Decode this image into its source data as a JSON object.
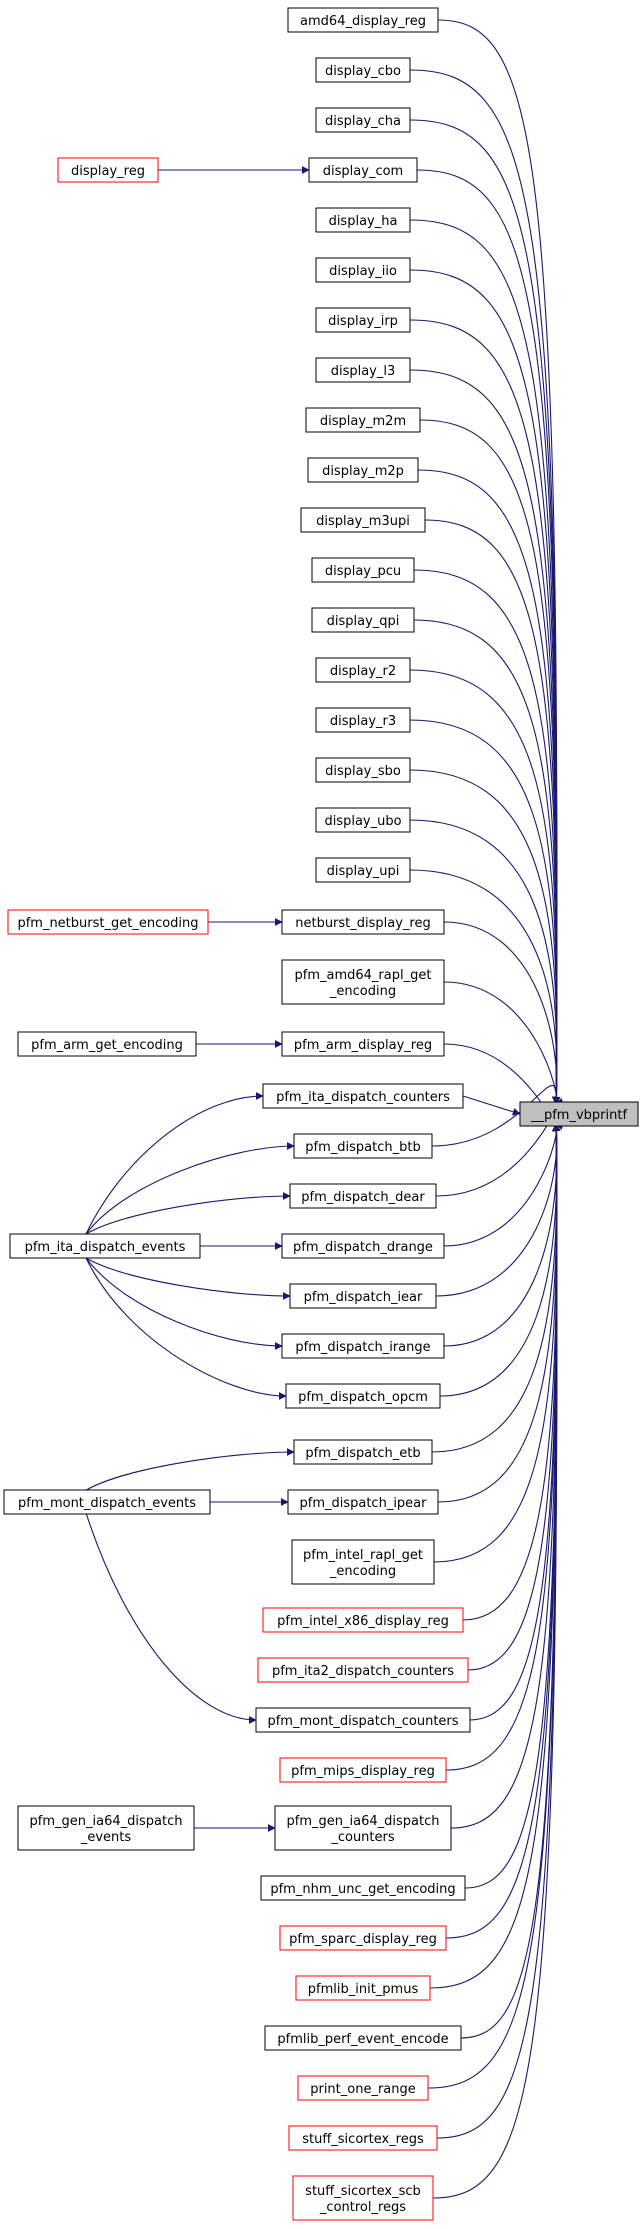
{
  "diagram": {
    "target": {
      "id": "target",
      "label": "__pfm_vbprintf"
    },
    "nodes": [
      {
        "id": "amd64_display_reg",
        "lines": [
          "amd64_display_reg"
        ],
        "border": "black"
      },
      {
        "id": "display_cbo",
        "lines": [
          "display_cbo"
        ],
        "border": "black"
      },
      {
        "id": "display_cha",
        "lines": [
          "display_cha"
        ],
        "border": "black"
      },
      {
        "id": "display_com",
        "lines": [
          "display_com"
        ],
        "border": "black"
      },
      {
        "id": "display_reg",
        "lines": [
          "display_reg"
        ],
        "border": "red"
      },
      {
        "id": "display_ha",
        "lines": [
          "display_ha"
        ],
        "border": "black"
      },
      {
        "id": "display_iio",
        "lines": [
          "display_iio"
        ],
        "border": "black"
      },
      {
        "id": "display_irp",
        "lines": [
          "display_irp"
        ],
        "border": "black"
      },
      {
        "id": "display_l3",
        "lines": [
          "display_l3"
        ],
        "border": "black"
      },
      {
        "id": "display_m2m",
        "lines": [
          "display_m2m"
        ],
        "border": "black"
      },
      {
        "id": "display_m2p",
        "lines": [
          "display_m2p"
        ],
        "border": "black"
      },
      {
        "id": "display_m3upi",
        "lines": [
          "display_m3upi"
        ],
        "border": "black"
      },
      {
        "id": "display_pcu",
        "lines": [
          "display_pcu"
        ],
        "border": "black"
      },
      {
        "id": "display_qpi",
        "lines": [
          "display_qpi"
        ],
        "border": "black"
      },
      {
        "id": "display_r2",
        "lines": [
          "display_r2"
        ],
        "border": "black"
      },
      {
        "id": "display_r3",
        "lines": [
          "display_r3"
        ],
        "border": "black"
      },
      {
        "id": "display_sbo",
        "lines": [
          "display_sbo"
        ],
        "border": "black"
      },
      {
        "id": "display_ubo",
        "lines": [
          "display_ubo"
        ],
        "border": "black"
      },
      {
        "id": "display_upi",
        "lines": [
          "display_upi"
        ],
        "border": "black"
      },
      {
        "id": "netburst_display_reg",
        "lines": [
          "netburst_display_reg"
        ],
        "border": "black"
      },
      {
        "id": "pfm_netburst_get_encoding",
        "lines": [
          "pfm_netburst_get_encoding"
        ],
        "border": "red"
      },
      {
        "id": "pfm_amd64_rapl_get_encoding",
        "lines": [
          "pfm_amd64_rapl_get",
          "_encoding"
        ],
        "border": "black"
      },
      {
        "id": "pfm_arm_display_reg",
        "lines": [
          "pfm_arm_display_reg"
        ],
        "border": "black"
      },
      {
        "id": "pfm_arm_get_encoding",
        "lines": [
          "pfm_arm_get_encoding"
        ],
        "border": "black"
      },
      {
        "id": "pfm_ita_dispatch_counters",
        "lines": [
          "pfm_ita_dispatch_counters"
        ],
        "border": "black"
      },
      {
        "id": "pfm_dispatch_btb",
        "lines": [
          "pfm_dispatch_btb"
        ],
        "border": "black"
      },
      {
        "id": "pfm_dispatch_dear",
        "lines": [
          "pfm_dispatch_dear"
        ],
        "border": "black"
      },
      {
        "id": "pfm_dispatch_drange",
        "lines": [
          "pfm_dispatch_drange"
        ],
        "border": "black"
      },
      {
        "id": "pfm_dispatch_iear",
        "lines": [
          "pfm_dispatch_iear"
        ],
        "border": "black"
      },
      {
        "id": "pfm_dispatch_irange",
        "lines": [
          "pfm_dispatch_irange"
        ],
        "border": "black"
      },
      {
        "id": "pfm_dispatch_opcm",
        "lines": [
          "pfm_dispatch_opcm"
        ],
        "border": "black"
      },
      {
        "id": "pfm_ita_dispatch_events",
        "lines": [
          "pfm_ita_dispatch_events"
        ],
        "border": "black"
      },
      {
        "id": "pfm_dispatch_etb",
        "lines": [
          "pfm_dispatch_etb"
        ],
        "border": "black"
      },
      {
        "id": "pfm_dispatch_ipear",
        "lines": [
          "pfm_dispatch_ipear"
        ],
        "border": "black"
      },
      {
        "id": "pfm_mont_dispatch_events",
        "lines": [
          "pfm_mont_dispatch_events"
        ],
        "border": "black"
      },
      {
        "id": "pfm_intel_rapl_get_encoding",
        "lines": [
          "pfm_intel_rapl_get",
          "_encoding"
        ],
        "border": "black"
      },
      {
        "id": "pfm_intel_x86_display_reg",
        "lines": [
          "pfm_intel_x86_display_reg"
        ],
        "border": "red"
      },
      {
        "id": "pfm_ita2_dispatch_counters",
        "lines": [
          "pfm_ita2_dispatch_counters"
        ],
        "border": "red"
      },
      {
        "id": "pfm_mont_dispatch_counters",
        "lines": [
          "pfm_mont_dispatch_counters"
        ],
        "border": "black"
      },
      {
        "id": "pfm_mips_display_reg",
        "lines": [
          "pfm_mips_display_reg"
        ],
        "border": "red"
      },
      {
        "id": "pfm_gen_ia64_dispatch_counters",
        "lines": [
          "pfm_gen_ia64_dispatch",
          "_counters"
        ],
        "border": "black"
      },
      {
        "id": "pfm_gen_ia64_dispatch_events",
        "lines": [
          "pfm_gen_ia64_dispatch",
          "_events"
        ],
        "border": "black"
      },
      {
        "id": "pfm_nhm_unc_get_encoding",
        "lines": [
          "pfm_nhm_unc_get_encoding"
        ],
        "border": "black"
      },
      {
        "id": "pfm_sparc_display_reg",
        "lines": [
          "pfm_sparc_display_reg"
        ],
        "border": "red"
      },
      {
        "id": "pfmlib_init_pmus",
        "lines": [
          "pfmlib_init_pmus"
        ],
        "border": "red"
      },
      {
        "id": "pfmlib_perf_event_encode",
        "lines": [
          "pfmlib_perf_event_encode"
        ],
        "border": "black"
      },
      {
        "id": "print_one_range",
        "lines": [
          "print_one_range"
        ],
        "border": "red"
      },
      {
        "id": "stuff_sicortex_regs",
        "lines": [
          "stuff_sicortex_regs"
        ],
        "border": "red"
      },
      {
        "id": "stuff_sicortex_scb_control_regs",
        "lines": [
          "stuff_sicortex_scb",
          "_control_regs"
        ],
        "border": "red"
      }
    ],
    "edges": [
      [
        "amd64_display_reg",
        "target"
      ],
      [
        "display_cbo",
        "target"
      ],
      [
        "display_cha",
        "target"
      ],
      [
        "display_com",
        "target"
      ],
      [
        "display_reg",
        "display_com"
      ],
      [
        "display_ha",
        "target"
      ],
      [
        "display_iio",
        "target"
      ],
      [
        "display_irp",
        "target"
      ],
      [
        "display_l3",
        "target"
      ],
      [
        "display_m2m",
        "target"
      ],
      [
        "display_m2p",
        "target"
      ],
      [
        "display_m3upi",
        "target"
      ],
      [
        "display_pcu",
        "target"
      ],
      [
        "display_qpi",
        "target"
      ],
      [
        "display_r2",
        "target"
      ],
      [
        "display_r3",
        "target"
      ],
      [
        "display_sbo",
        "target"
      ],
      [
        "display_ubo",
        "target"
      ],
      [
        "display_upi",
        "target"
      ],
      [
        "netburst_display_reg",
        "target"
      ],
      [
        "pfm_netburst_get_encoding",
        "netburst_display_reg"
      ],
      [
        "pfm_amd64_rapl_get_encoding",
        "target"
      ],
      [
        "pfm_arm_display_reg",
        "target"
      ],
      [
        "pfm_arm_get_encoding",
        "pfm_arm_display_reg"
      ],
      [
        "pfm_ita_dispatch_counters",
        "target"
      ],
      [
        "pfm_dispatch_btb",
        "target"
      ],
      [
        "pfm_dispatch_dear",
        "target"
      ],
      [
        "pfm_dispatch_drange",
        "target"
      ],
      [
        "pfm_dispatch_iear",
        "target"
      ],
      [
        "pfm_dispatch_irange",
        "target"
      ],
      [
        "pfm_dispatch_opcm",
        "target"
      ],
      [
        "pfm_ita_dispatch_events",
        "pfm_ita_dispatch_counters"
      ],
      [
        "pfm_ita_dispatch_events",
        "pfm_dispatch_btb"
      ],
      [
        "pfm_ita_dispatch_events",
        "pfm_dispatch_dear"
      ],
      [
        "pfm_ita_dispatch_events",
        "pfm_dispatch_drange"
      ],
      [
        "pfm_ita_dispatch_events",
        "pfm_dispatch_iear"
      ],
      [
        "pfm_ita_dispatch_events",
        "pfm_dispatch_irange"
      ],
      [
        "pfm_ita_dispatch_events",
        "pfm_dispatch_opcm"
      ],
      [
        "pfm_dispatch_etb",
        "target"
      ],
      [
        "pfm_dispatch_ipear",
        "target"
      ],
      [
        "pfm_mont_dispatch_events",
        "pfm_dispatch_etb"
      ],
      [
        "pfm_mont_dispatch_events",
        "pfm_dispatch_ipear"
      ],
      [
        "pfm_mont_dispatch_events",
        "pfm_mont_dispatch_counters"
      ],
      [
        "pfm_intel_rapl_get_encoding",
        "target"
      ],
      [
        "pfm_intel_x86_display_reg",
        "target"
      ],
      [
        "pfm_ita2_dispatch_counters",
        "target"
      ],
      [
        "pfm_mont_dispatch_counters",
        "target"
      ],
      [
        "pfm_mips_display_reg",
        "target"
      ],
      [
        "pfm_gen_ia64_dispatch_counters",
        "target"
      ],
      [
        "pfm_gen_ia64_dispatch_events",
        "pfm_gen_ia64_dispatch_counters"
      ],
      [
        "pfm_nhm_unc_get_encoding",
        "target"
      ],
      [
        "pfm_sparc_display_reg",
        "target"
      ],
      [
        "pfmlib_init_pmus",
        "target"
      ],
      [
        "pfmlib_perf_event_encode",
        "target"
      ],
      [
        "print_one_range",
        "target"
      ],
      [
        "stuff_sicortex_regs",
        "target"
      ],
      [
        "stuff_sicortex_scb_control_regs",
        "target"
      ]
    ]
  },
  "colors": {
    "edge": "#191970",
    "border_black": "#000000",
    "border_red": "#ff0000",
    "target_fill": "#bfbfbf",
    "node_fill": "#ffffff",
    "text": "#000000"
  }
}
